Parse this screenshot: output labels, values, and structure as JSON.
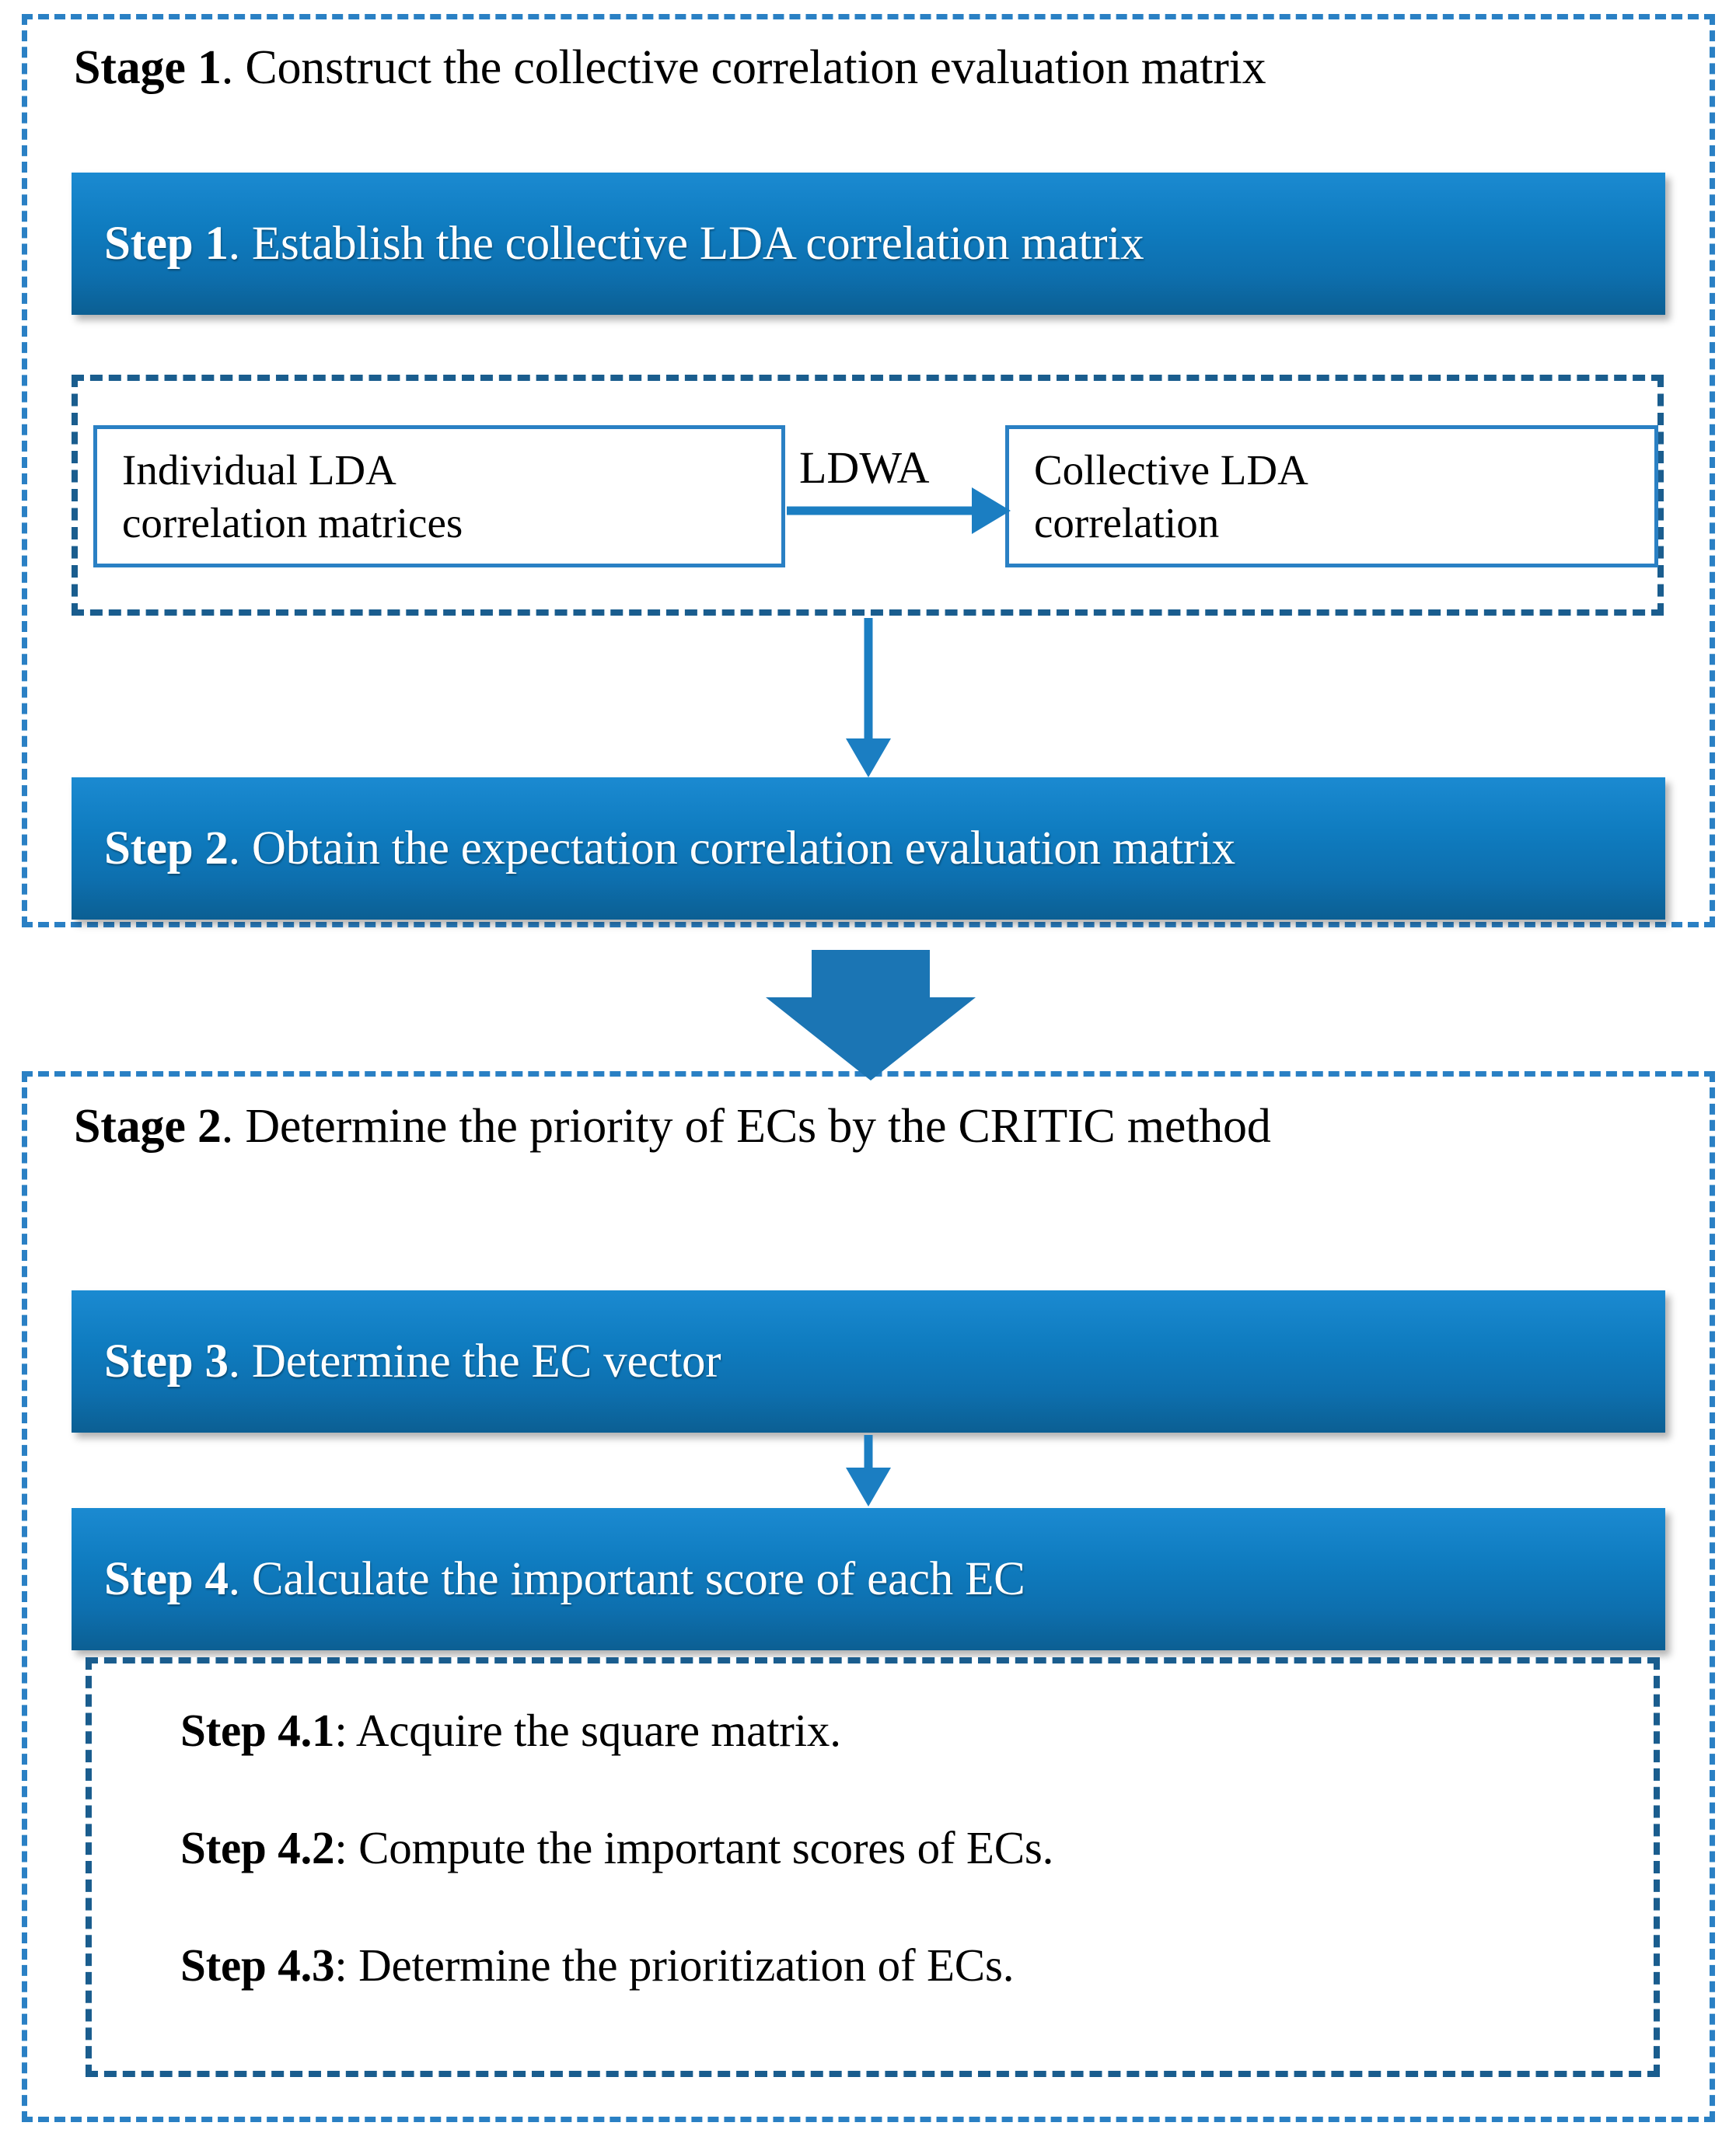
{
  "colors": {
    "outer_dash": "#2a80c4",
    "inner_dash": "#1a5d8e",
    "bar_top": "#1b8ad1",
    "bar_bottom": "#0c5f93",
    "arrow": "#1b7ec2",
    "box_border": "#2a80c4",
    "text": "#000000",
    "bar_text": "#ffffff",
    "background": "#ffffff"
  },
  "stage1": {
    "title_lead": "Stage 1",
    "title_rest": ". Construct the collective correlation evaluation matrix",
    "step1": {
      "lead": "Step 1",
      "rest": ". Establish the collective LDA correlation matrix"
    },
    "ldwa_group": {
      "source_box": "Individual LDA correlation matrices",
      "source_box_line1": "Individual LDA",
      "source_box_line2": "correlation matrices",
      "arrow_label": "LDWA",
      "target_box": "Collective LDA correlation",
      "target_box_line1": "Collective LDA",
      "target_box_line2": "correlation"
    },
    "step2": {
      "lead": "Step 2",
      "rest": ". Obtain the expectation correlation evaluation matrix"
    }
  },
  "stage_connector": {
    "icon": "down-block-arrow-icon"
  },
  "stage2": {
    "title_lead": "Stage 2",
    "title_rest": ". Determine the priority of ECs by the CRITIC method",
    "step3": {
      "lead": "Step 3",
      "rest": ". Determine the EC vector"
    },
    "step4": {
      "lead": "Step 4",
      "rest": ". Calculate the important score of each EC"
    },
    "substeps": [
      {
        "lead": "Step 4.1",
        "rest": ": Acquire the square matrix."
      },
      {
        "lead": "Step 4.2",
        "rest": ": Compute the important scores of ECs."
      },
      {
        "lead": "Step 4.3",
        "rest": ": Determine the prioritization of ECs."
      }
    ]
  }
}
